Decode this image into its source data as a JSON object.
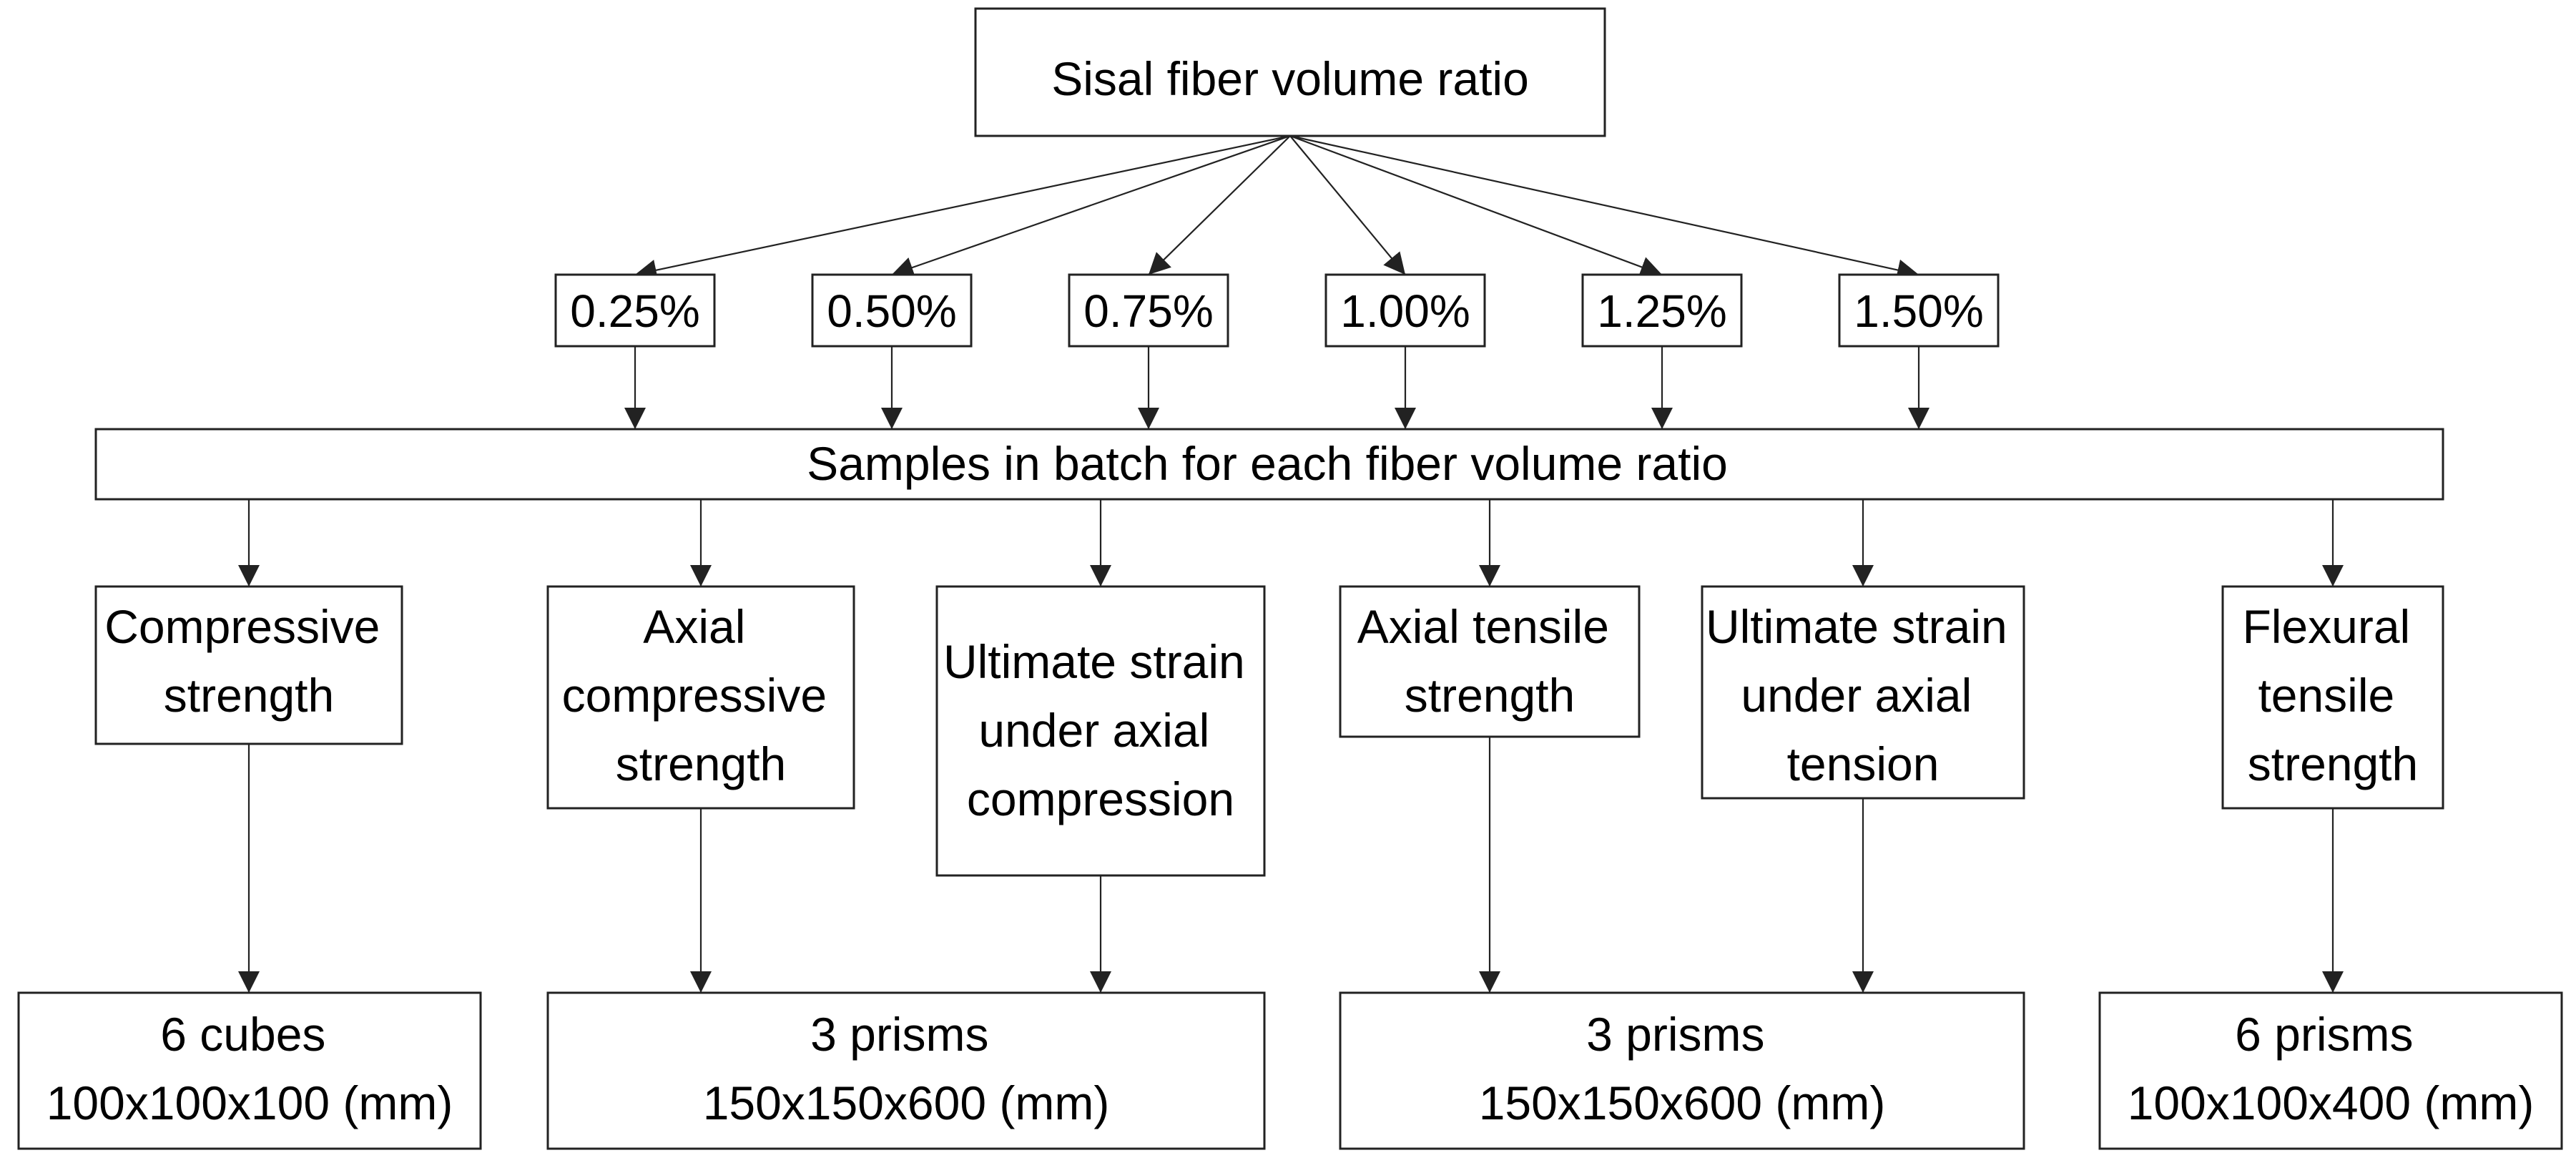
{
  "root": {
    "label": "Sisal fiber volume ratio"
  },
  "ratios": [
    "0.25%",
    "0.50%",
    "0.75%",
    "1.00%",
    "1.25%",
    "1.50%"
  ],
  "batch": {
    "label": "Samples in batch for each fiber volume ratio"
  },
  "tests": [
    {
      "lines": [
        "Compressive",
        "strength"
      ]
    },
    {
      "lines": [
        "Axial",
        "compressive",
        "strength"
      ]
    },
    {
      "lines": [
        "Ultimate strain",
        "under axial",
        "compression"
      ]
    },
    {
      "lines": [
        "Axial tensile",
        "strength"
      ]
    },
    {
      "lines": [
        "Ultimate strain",
        "under axial",
        "tension"
      ]
    },
    {
      "lines": [
        "Flexural",
        "tensile",
        "strength"
      ]
    }
  ],
  "specimens": [
    {
      "lines": [
        "6 cubes",
        "100x100x100 (mm)"
      ]
    },
    {
      "lines": [
        "3 prisms",
        "150x150x600 (mm)"
      ]
    },
    {
      "lines": [
        "3 prisms",
        "150x150x600 (mm)"
      ]
    },
    {
      "lines": [
        "6 prisms",
        "100x100x400 (mm)"
      ]
    }
  ],
  "colors": {
    "line": "#222222",
    "box_fill": "#ffffff",
    "text": "#000000"
  }
}
